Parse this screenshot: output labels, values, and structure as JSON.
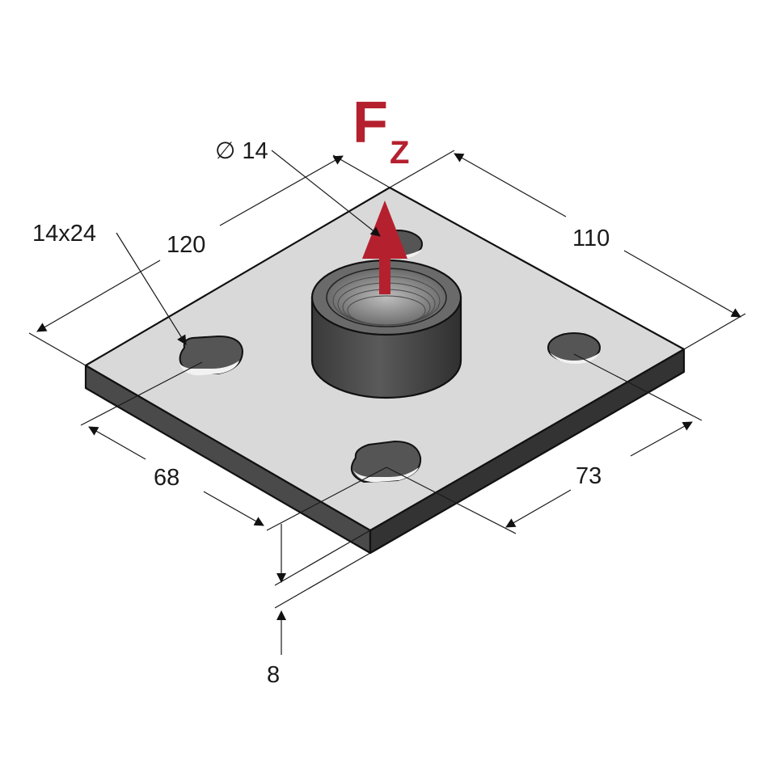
{
  "force": {
    "symbol": "F",
    "subscript": "Z",
    "color": "#b5202e"
  },
  "dimensions": {
    "hole_diameter": "∅ 14",
    "slot": "14x24",
    "plate_length": "120",
    "plate_width": "110",
    "slot_spacing": "68",
    "hole_spacing": "73",
    "thickness": "8"
  },
  "colors": {
    "plate_top": "#d9d9d9",
    "plate_side": "#3f3f3f",
    "nut": "#4a4a4a"
  }
}
